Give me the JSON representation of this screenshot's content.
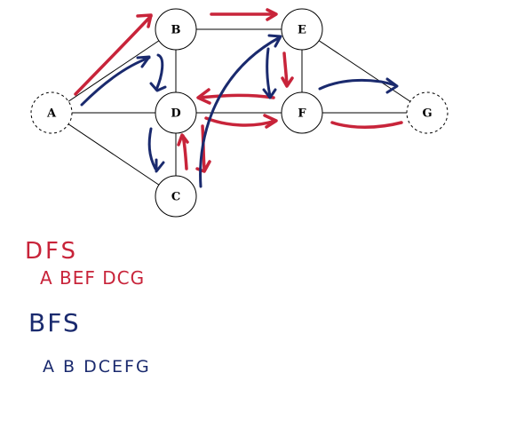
{
  "colors": {
    "dfs": "#c8243a",
    "bfs": "#1a2a6e",
    "edge": "#000000",
    "node_fill": "#ffffff"
  },
  "graph": {
    "nodes": [
      {
        "id": "A",
        "label": "A",
        "dashed": true
      },
      {
        "id": "B",
        "label": "B",
        "dashed": false
      },
      {
        "id": "E",
        "label": "E",
        "dashed": false
      },
      {
        "id": "D",
        "label": "D",
        "dashed": false
      },
      {
        "id": "F",
        "label": "F",
        "dashed": false
      },
      {
        "id": "G",
        "label": "G",
        "dashed": true
      },
      {
        "id": "C",
        "label": "C",
        "dashed": false
      }
    ],
    "edges": [
      [
        "A",
        "B"
      ],
      [
        "A",
        "D"
      ],
      [
        "A",
        "C"
      ],
      [
        "B",
        "E"
      ],
      [
        "B",
        "D"
      ],
      [
        "D",
        "F"
      ],
      [
        "D",
        "C"
      ],
      [
        "E",
        "F"
      ],
      [
        "E",
        "G"
      ],
      [
        "F",
        "G"
      ]
    ]
  },
  "annotations": {
    "dfs_title": "DFS",
    "dfs_order": "A BEF DCG",
    "bfs_title": "BFS",
    "bfs_order": "A B DCEFG"
  }
}
